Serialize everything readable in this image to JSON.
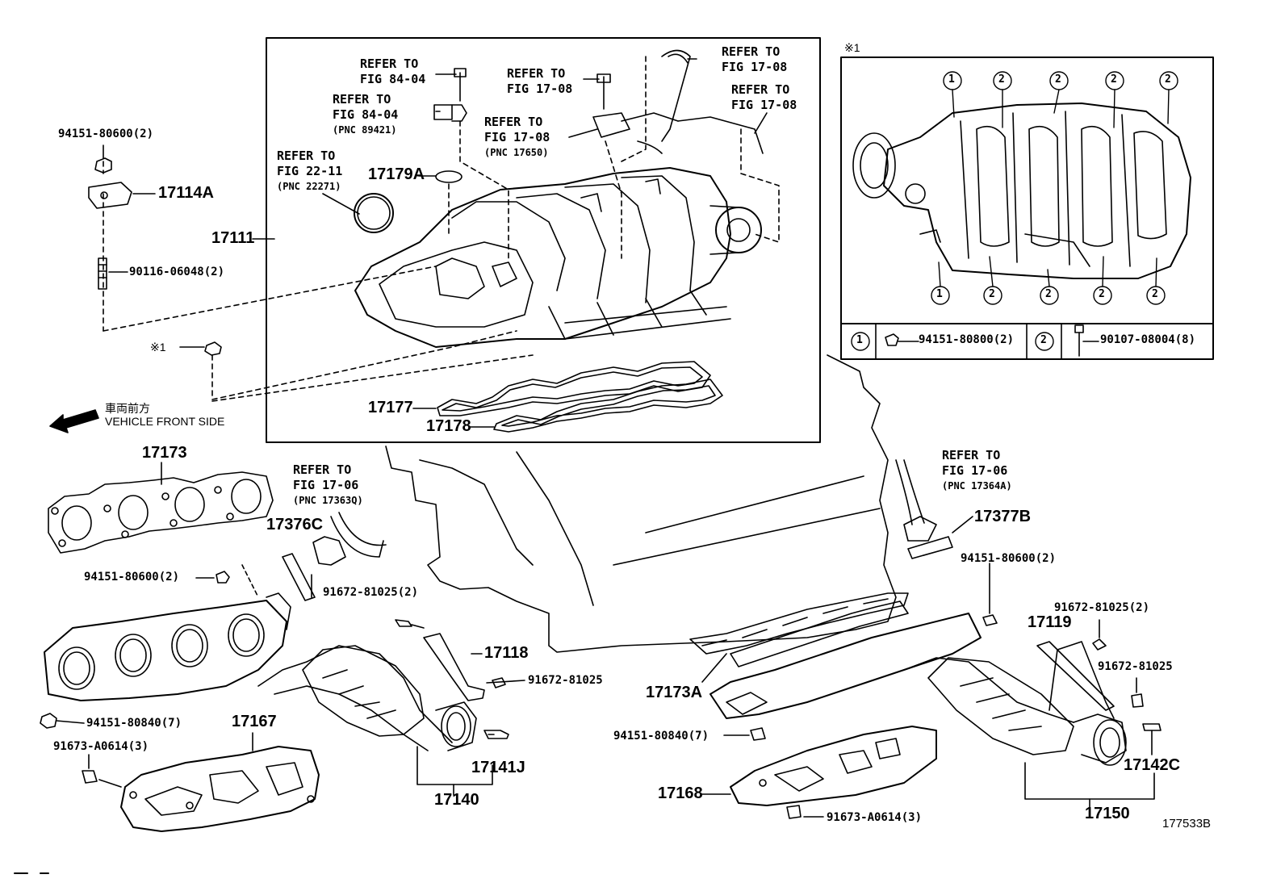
{
  "diagram": {
    "front_label_jp": "車両前方",
    "front_label_en": "VEHICLE FRONT SIDE",
    "note_mark": "※1",
    "figure_code": "177533B",
    "parts": {
      "p94151_80600_top": "94151-80600(2)",
      "p17114A": "17114A",
      "p90116_06048": "90116-06048(2)",
      "p17111": "17111",
      "p17179A": "17179A",
      "p17177": "17177",
      "p17178": "17178",
      "p17173": "17173",
      "p17376C": "17376C",
      "p94151_80600_left": "94151-80600(2)",
      "p91672_81025_2_left": "91672-81025(2)",
      "p17118": "17118",
      "p91672_81025_left": "91672-81025",
      "p94151_80840_left": "94151-80840(7)",
      "p17167": "17167",
      "p91673_A0614_left": "91673-A0614(3)",
      "p17141J": "17141J",
      "p17140": "17140",
      "p17377B": "17377B",
      "p94151_80600_right": "94151-80600(2)",
      "p91672_81025_2_right": "91672-81025(2)",
      "p17119": "17119",
      "p91672_81025_right": "91672-81025",
      "p17173A": "17173A",
      "p94151_80840_right": "94151-80840(7)",
      "p17168": "17168",
      "p91673_A0614_right": "91673-A0614(3)",
      "p17142C": "17142C",
      "p17150": "17150"
    },
    "refers": {
      "r1": {
        "l1": "REFER TO",
        "l2": "FIG 84-04"
      },
      "r2": {
        "l1": "REFER TO",
        "l2": "FIG 84-04",
        "l3": "(PNC 89421)"
      },
      "r3": {
        "l1": "REFER TO",
        "l2": "FIG 22-11",
        "l3": "(PNC 22271)"
      },
      "r4": {
        "l1": "REFER TO",
        "l2": "FIG 17-08"
      },
      "r5": {
        "l1": "REFER TO",
        "l2": "FIG 17-08",
        "l3": "(PNC 17650)"
      },
      "r6": {
        "l1": "REFER TO",
        "l2": "FIG 17-08"
      },
      "r7": {
        "l1": "REFER TO",
        "l2": "FIG 17-08"
      },
      "r8": {
        "l1": "REFER TO",
        "l2": "FIG 17-06",
        "l3": "(PNC 17363Q)"
      },
      "r9": {
        "l1": "REFER TO",
        "l2": "FIG 17-06",
        "l3": "(PNC 17364A)"
      }
    },
    "inset": {
      "callouts_top": [
        "1",
        "2",
        "2",
        "2",
        "2"
      ],
      "callouts_bottom": [
        "1",
        "2",
        "2",
        "2",
        "2"
      ],
      "legend": [
        {
          "mark": "1",
          "part": "94151-80800(2)"
        },
        {
          "mark": "2",
          "part": "90107-08004(8)"
        }
      ]
    }
  }
}
